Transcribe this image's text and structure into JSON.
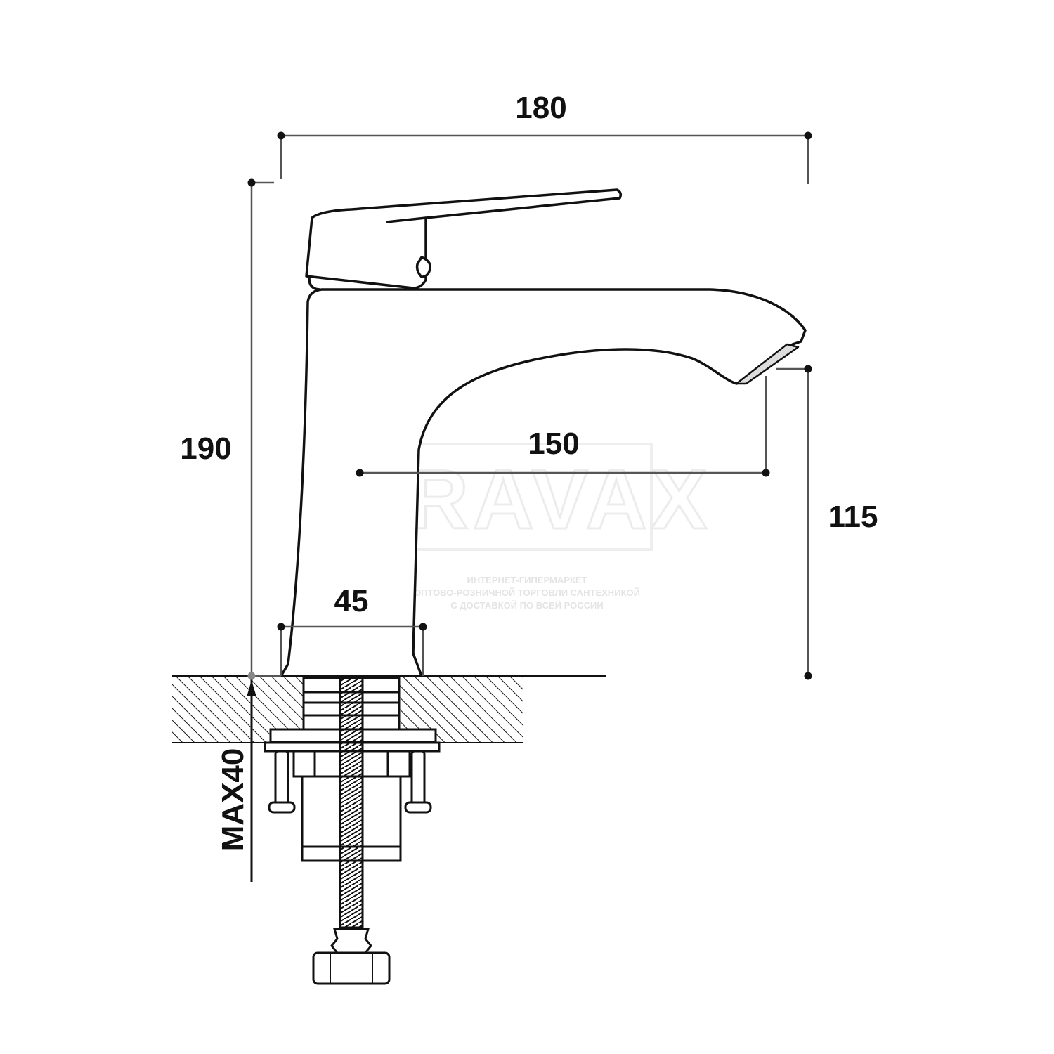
{
  "dimensions": {
    "overall_width": "180",
    "overall_height": "190",
    "spout_reach": "150",
    "spout_height": "115",
    "base_diameter": "45",
    "max_countertop": "MAX40"
  },
  "watermark": {
    "brand": "BRAVAX",
    "line1": "ИНТЕРНЕТ-ГИПЕРМАРКЕТ",
    "line2": "ОПТОВО-РОЗНИЧНОЙ ТОРГОВЛИ САНТЕХНИКОЙ",
    "line3": "С ДОСТАВКОЙ ПО ВСЕЙ РОССИИ"
  },
  "colors": {
    "outline": "#111111",
    "dimension_line": "#555555",
    "watermark": "#ececec"
  }
}
